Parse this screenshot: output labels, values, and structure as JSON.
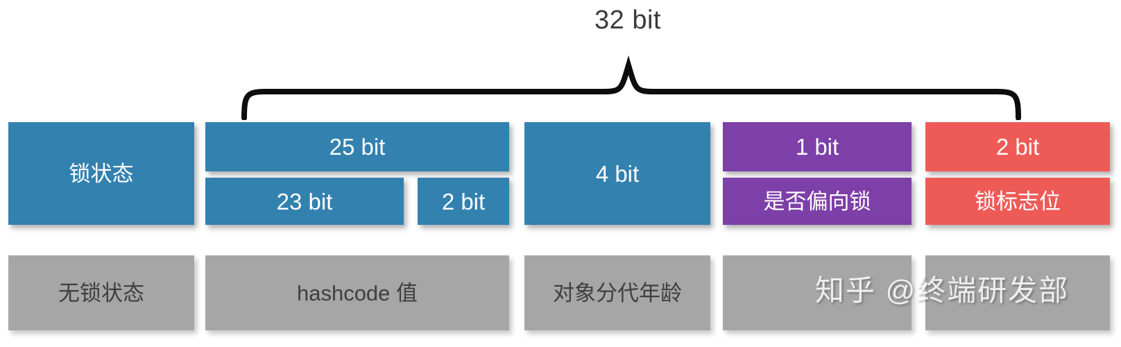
{
  "diagram": {
    "title": "32 bit",
    "colors": {
      "blue": "#3381af",
      "purple": "#7d3fa8",
      "red": "#ee5b57",
      "grey": "#a6a6a6",
      "brace": "#0d0d0d",
      "title_text": "#3a3a3a"
    },
    "brace": {
      "label": "32 bit",
      "icon": "curly-brace-up"
    },
    "top_row": {
      "lock_state": {
        "label": "锁状态",
        "color": "blue"
      },
      "mark_word": {
        "primary": {
          "label": "25 bit",
          "color": "blue"
        },
        "secondary": [
          {
            "label": "23 bit",
            "color": "blue"
          },
          {
            "label": "2 bit",
            "color": "blue"
          }
        ]
      },
      "age": {
        "label": "4 bit",
        "color": "blue"
      },
      "biased": {
        "bits": "1 bit",
        "desc": "是否偏向锁",
        "color": "purple"
      },
      "lock_flag": {
        "bits": "2 bit",
        "desc": "锁标志位",
        "color": "red"
      }
    },
    "bottom_row": [
      {
        "label": "无锁状态",
        "color": "grey"
      },
      {
        "label": "hashcode 值",
        "color": "grey"
      },
      {
        "label": "对象分代年龄",
        "color": "grey"
      },
      {
        "label": "",
        "color": "grey"
      },
      {
        "label": "",
        "color": "grey"
      }
    ],
    "watermark": "知乎 @终端研发部"
  }
}
